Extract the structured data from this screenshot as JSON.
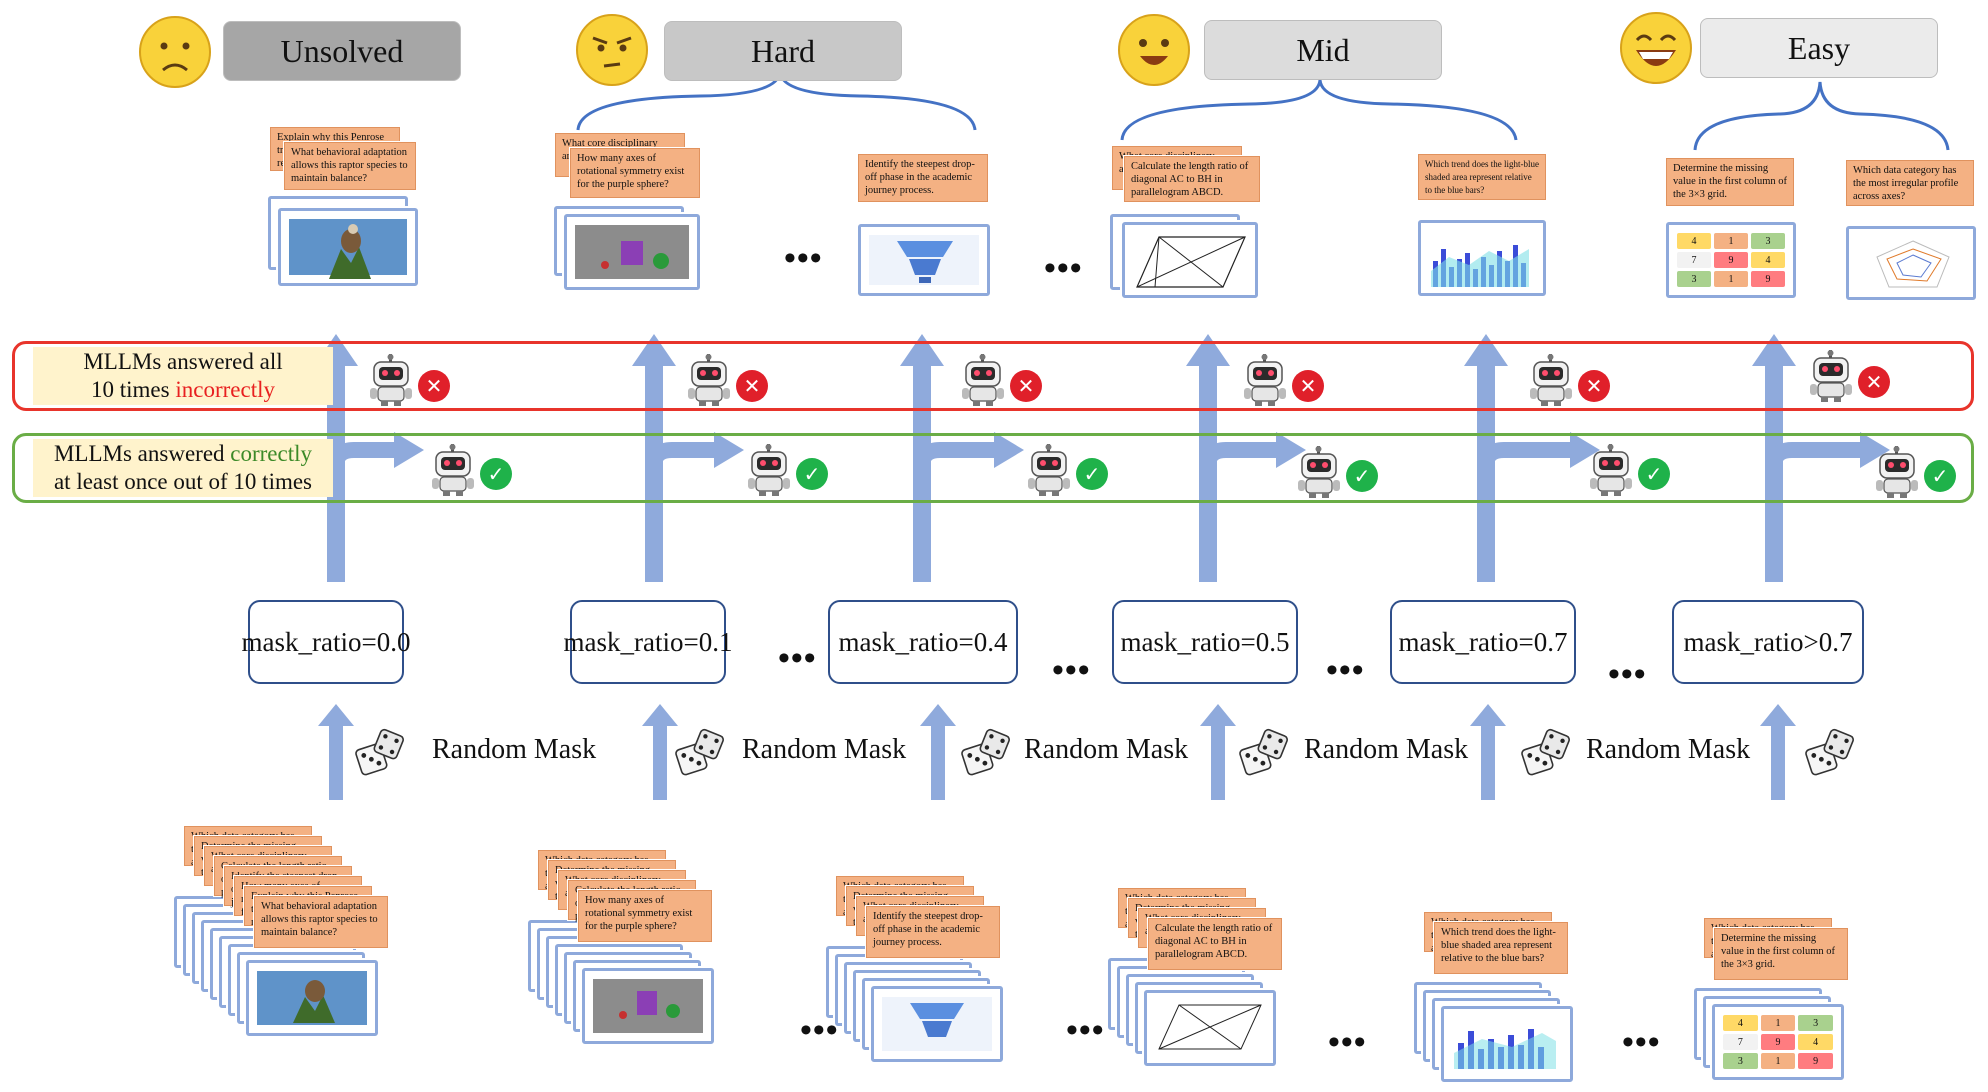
{
  "difficulties": [
    {
      "label": "Unsolved",
      "pill_color": "#a6a6a6"
    },
    {
      "label": "Hard",
      "pill_color": "#c8c8c8"
    },
    {
      "label": "Mid",
      "pill_color": "#dcdcdc"
    },
    {
      "label": "Easy",
      "pill_color": "#ebebeb"
    }
  ],
  "bands": {
    "incorrect": {
      "line1": "MLLMs answered all",
      "line2_prefix": "10 times ",
      "line2_highlight": "incorrectly",
      "border_color": "#e8342b"
    },
    "correct": {
      "line1_prefix": "MLLMs answered ",
      "line1_highlight": "correctly",
      "line2": "at least once out of 10 times",
      "border_color": "#6aad46"
    }
  },
  "mask_ratios": [
    "mask_ratio=0.0",
    "mask_ratio=0.1",
    "mask_ratio=0.4",
    "mask_ratio=0.5",
    "mask_ratio=0.7",
    "mask_ratio>0.7"
  ],
  "random_mask_label": "Random Mask",
  "ellipsis": "•••",
  "questions": {
    "penrose": "Explain why this Penrose triangle can't exist in reality.",
    "raptor": "What behavioral adaptation allows this raptor species to maintain balance?",
    "symmetry": "How many axes of rotational symmetry exist for the purple sphere?",
    "steepest": "Identify the steepest drop-off phase in the academic journey process.",
    "disciplinary": "What core disciplinary area...",
    "length_ratio": "Calculate the length ratio of  diagonal AC to BH in parallelogram ABCD.",
    "trend": "Which trend does the light-blue shaded area represent relative to the blue bars?",
    "missing": "Determine the missing value in the first column of the 3×3 grid.",
    "category": "Which data category has the most irregular profile across axes?"
  },
  "grid_values": [
    "4",
    "1",
    "3",
    "7",
    "9",
    "4",
    "3",
    "1",
    "9"
  ],
  "grid_colors": [
    "#ffd966",
    "#f4b183",
    "#a9d18e",
    "#f2f2f2",
    "#ff7c80",
    "#ffd966",
    "#a9d18e",
    "#f4b183",
    "#ff7c80"
  ],
  "icons": {
    "robot": "robot-icon",
    "wrong": "x-mark-icon",
    "right": "check-mark-icon",
    "dice": "dice-icon"
  }
}
